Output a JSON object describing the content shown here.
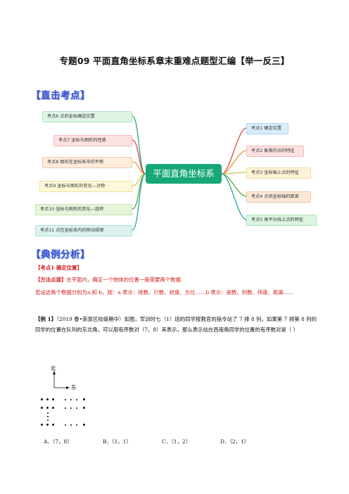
{
  "title": "专题09    平面直角坐标系章末重难点题型汇编【举一反三】",
  "sections": {
    "mind_map_heading": "【直击考点】",
    "analysis_heading": "【典例分析】"
  },
  "mind_map": {
    "center": "平面直角坐标系",
    "left_nodes": [
      {
        "label": "考点6 点的坐标确定位置",
        "bg": "#dff5e6",
        "border": "#b6e3c4"
      },
      {
        "label": "考点7 坐标与图形的性质",
        "bg": "#fde2e2",
        "border": "#f3baba"
      },
      {
        "label": "考点8 图形在坐标系中的平移",
        "bg": "#fdebdc",
        "border": "#f3c9a6"
      },
      {
        "label": "考点9 坐标与图形的变化—对称",
        "bg": "#fdf8d9",
        "border": "#ece39b"
      },
      {
        "label": "考点10 坐标与图形的变化—旋转",
        "bg": "#e6f4da",
        "border": "#c4e2ad"
      },
      {
        "label": "考点11 点在坐标系内的移动规律",
        "bg": "#dcf2ee",
        "border": "#aedfd6"
      }
    ],
    "right_nodes": [
      {
        "label": "考点1 确定位置",
        "bg": "#d9eefb",
        "border": "#a9d4f1"
      },
      {
        "label": "考点2 象限内点的特征",
        "bg": "#fde2e2",
        "border": "#f3baba"
      },
      {
        "label": "考点3 坐标轴上点的特征",
        "bg": "#fdf3d6",
        "border": "#eedb98"
      },
      {
        "label": "考点4 点到坐标轴的距离",
        "bg": "#fde8d8",
        "border": "#f2c49e"
      },
      {
        "label": "考点5 角平分线上点的特征",
        "bg": "#dcf5e1",
        "border": "#a9e0b6"
      }
    ],
    "branch_colors": [
      "#2aa876",
      "#e04848",
      "#e8933a",
      "#d6c43a",
      "#5aa83a",
      "#2aa3a3"
    ]
  },
  "point1": {
    "heading": "【考点1    确定位置】",
    "method_label": "【方法点拨】",
    "method_text": "在平面内，确定一个物体的位置一般需要两个数据.",
    "method_detail": "若设这两个数据分别为a,和 b，则：a 表示：排数、行数、经度、方位……b 表示：座数、列数、纬度、距离……",
    "example_label": "【例 1】",
    "example_text": "（2019 春•崇泉区校级期中）如图，军训时七（1）班的同学按教官的指令站了 7 排 8 列，如果第 7 排第 8 列的同学的位置在队列的东北角，可以用有序数对（7，8）来表示，那么表示站在西南角同学的位置的有序数对是（        ）",
    "north": "北",
    "east": "东",
    "options": [
      "A．（7，8）",
      "B．（1，1）",
      "C．（1，2）",
      "D．（2，1）"
    ]
  }
}
